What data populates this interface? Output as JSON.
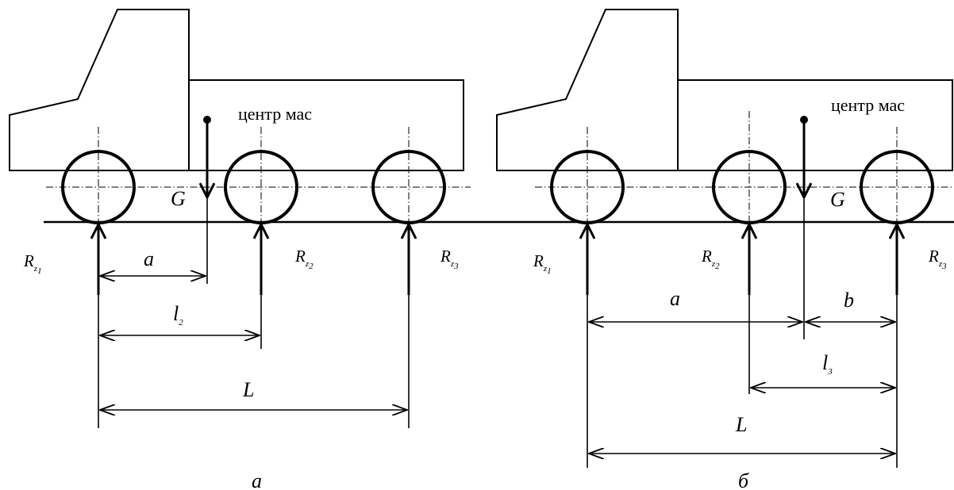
{
  "labels": {
    "center_of_mass": "центр мас",
    "weight": "G",
    "a": "a",
    "b": "b",
    "l2": "l",
    "l2_sub": "2",
    "l3": "l",
    "l3_sub": "3",
    "L": "L",
    "R": "R",
    "z": "z",
    "z1": "1",
    "z2": "2",
    "z3": "3"
  },
  "captions": {
    "left": "а",
    "right": "б"
  }
}
